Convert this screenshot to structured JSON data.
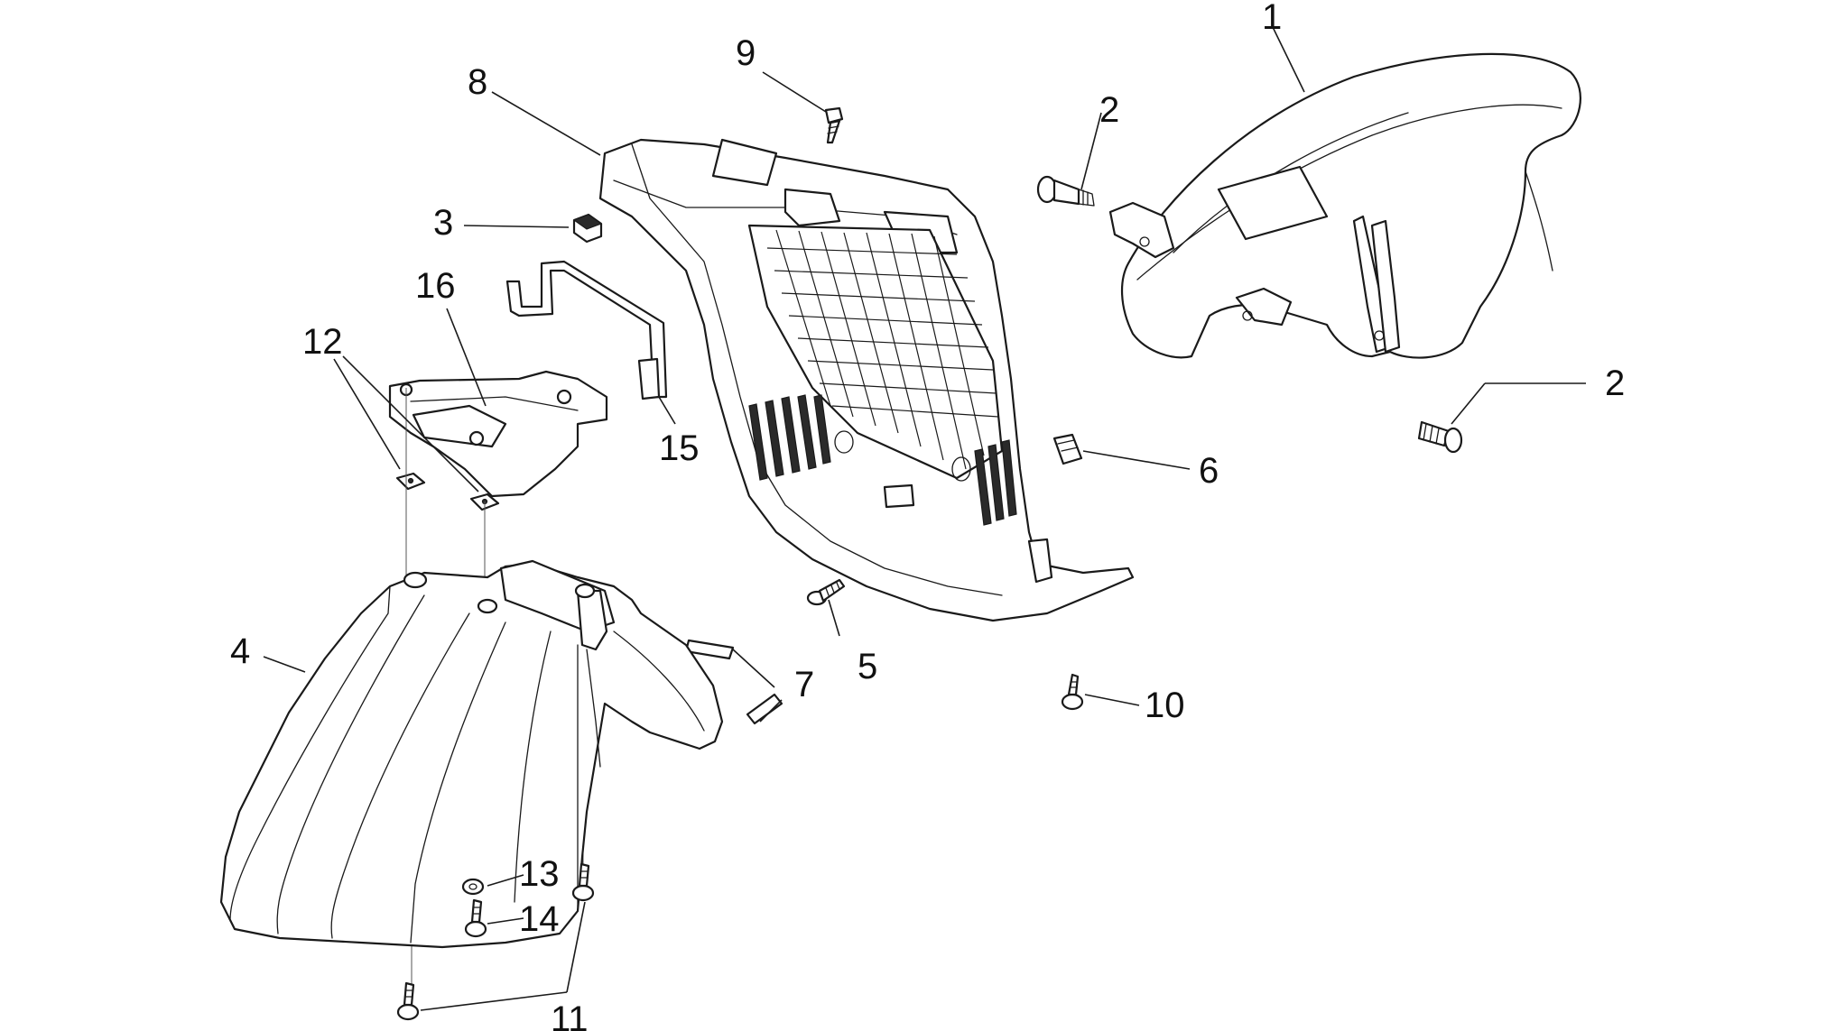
{
  "diagram": {
    "labels": [
      "1",
      "2",
      "2",
      "3",
      "4",
      "5",
      "6",
      "7",
      "8",
      "9",
      "10",
      "11",
      "12",
      "13",
      "14",
      "15",
      "16"
    ]
  }
}
